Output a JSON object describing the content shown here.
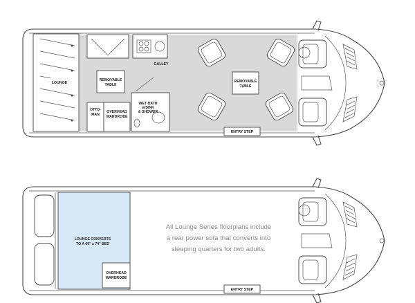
{
  "colors": {
    "floor": "#d9d9d9",
    "bed": "#d7e8f7",
    "outline": "#444444",
    "note_text": "#8a8a8a"
  },
  "top_plan": {
    "lounge": "LOUNGE",
    "removable_table_left": [
      "REMOVABLE",
      "TABLE"
    ],
    "galley": "GALLEY",
    "ottoman": [
      "OTTO-",
      "MAN"
    ],
    "overhead_wardrobe": [
      "OVERHEAD",
      "WARDROBE"
    ],
    "wet_bath": [
      "WET BATH",
      "w/SINK",
      "& SHOWER"
    ],
    "removable_table_right": [
      "REMOVABLE",
      "TABLE"
    ],
    "entry_step": "ENTRY STEP"
  },
  "bottom_plan": {
    "bed": [
      "LOUNGE CONVERTS",
      "TO A 69\" x 74\" BED"
    ],
    "overhead_wardrobe": [
      "OVERHEAD",
      "WARDROBE"
    ],
    "note": [
      "All Lounge Series floorplans include",
      "a rear power sofa that converts into",
      "sleeping quarters for two adults."
    ],
    "entry_step": "ENTRY STEP"
  }
}
